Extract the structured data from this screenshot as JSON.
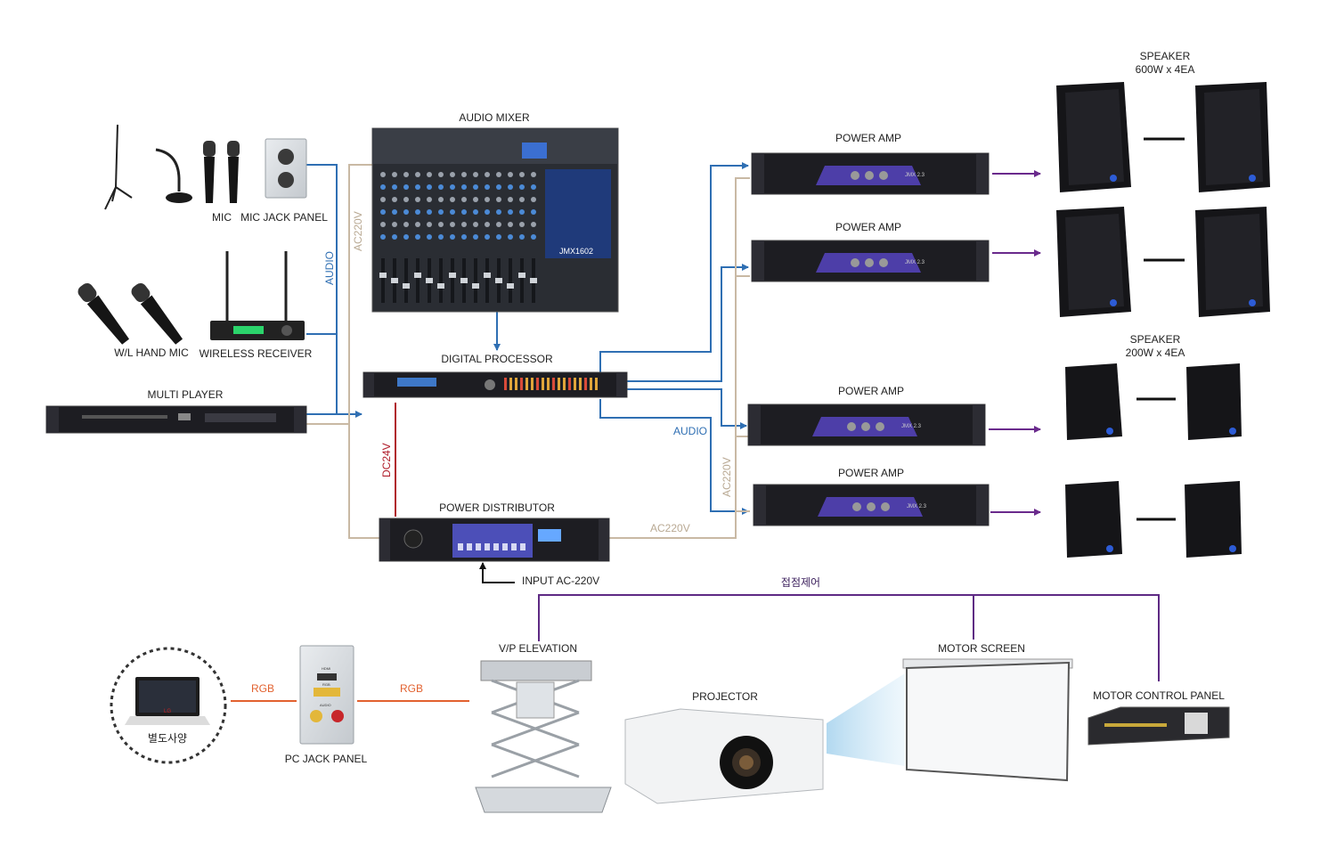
{
  "labels": {
    "audio_mixer": "AUDIO MIXER",
    "mic": "MIC",
    "mic_jack_panel": "MIC JACK PANEL",
    "wl_hand_mic": "W/L HAND MIC",
    "wireless_receiver": "WIRELESS RECEIVER",
    "multi_player": "MULTI PLAYER",
    "digital_processor": "DIGITAL PROCESSOR",
    "power_distributor": "POWER DISTRIBUTOR",
    "input_ac": "INPUT AC-220V",
    "power_amp_1": "POWER AMP",
    "power_amp_2": "POWER AMP",
    "power_amp_3": "POWER AMP",
    "power_amp_4": "POWER AMP",
    "speaker_top_title": "SPEAKER",
    "speaker_top_spec": "600W x 4EA",
    "speaker_bottom_title": "SPEAKER",
    "speaker_bottom_spec": "200W x 4EA",
    "vp_elevation": "V/P ELEVATION",
    "projector": "PROJECTOR",
    "motor_screen": "MOTOR SCREEN",
    "motor_control_panel": "MOTOR CONTROL PANEL",
    "pc_jack_panel": "PC JACK PANEL",
    "laptop_note": "별도사양"
  },
  "wire_labels": {
    "audio_left": "AUDIO",
    "ac220v_left": "AC220V",
    "audio_right": "AUDIO",
    "ac220v_right": "AC220V",
    "ac220v_bottom": "AC220V",
    "dc24v": "DC24V",
    "contact_control": "접점제어",
    "rgb_1": "RGB",
    "rgb_2": "RGB"
  },
  "device_text": {
    "mixer_model": "JMX1602",
    "amp_model": "JMX 2.3",
    "panel_hdmi": "HDMI",
    "panel_rgb": "RGB",
    "panel_audio": "AUDIO",
    "laptop_brand": "LG"
  },
  "colors": {
    "audio": "#2f6fb3",
    "ac_power": "#c9b9a4",
    "dc_power": "#b01d2a",
    "speaker_line": "#6a2a8c",
    "contact_control": "#5e2a84",
    "rgb": "#e2612f"
  }
}
